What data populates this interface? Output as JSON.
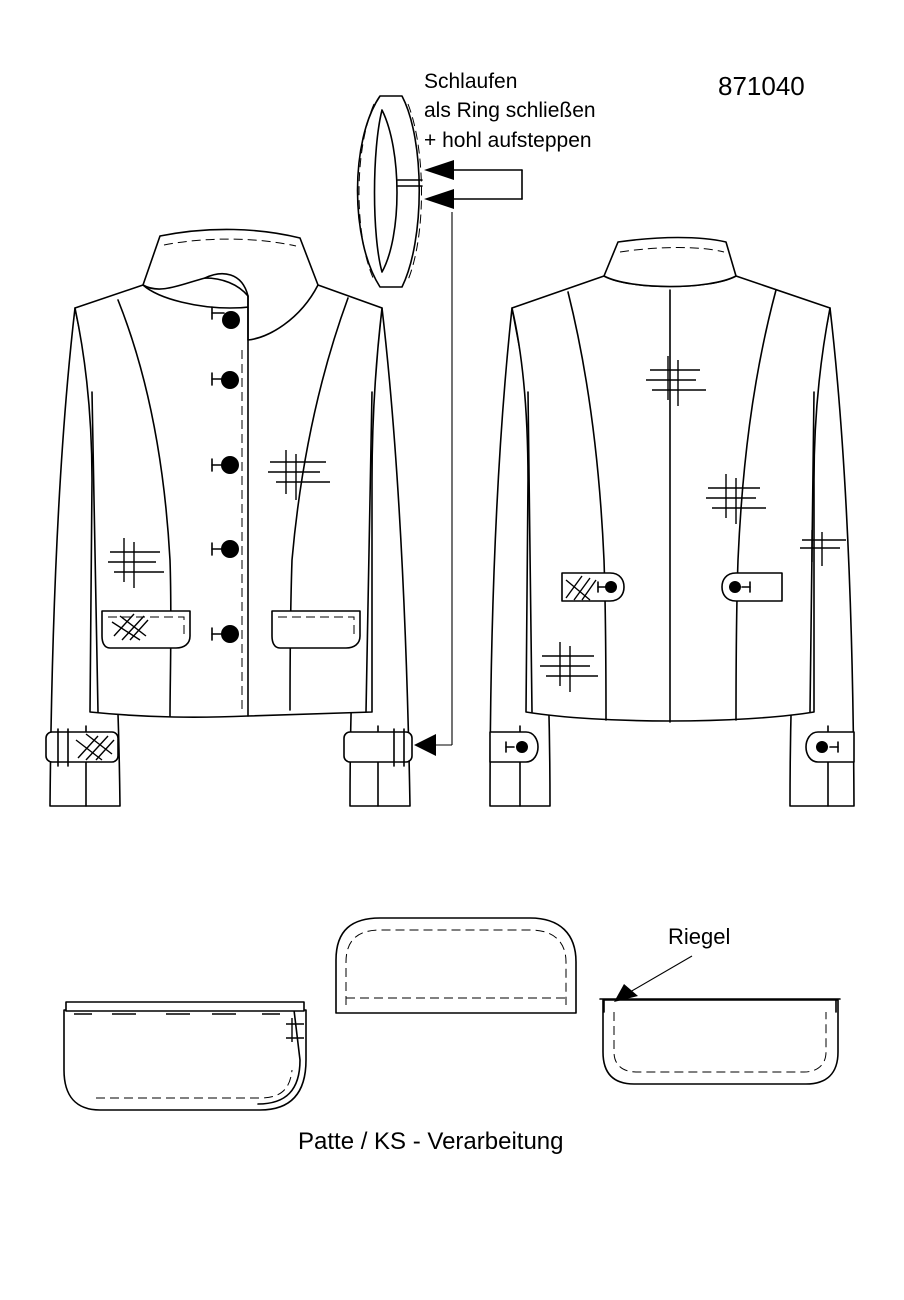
{
  "article_number": "871040",
  "loop_note": {
    "line1": "Schlaufen",
    "line2": "als Ring schließen",
    "line3": "+ hohl aufsteppen"
  },
  "bartack_label": "Riegel",
  "caption": "Patte / KS - Verarbeitung"
}
